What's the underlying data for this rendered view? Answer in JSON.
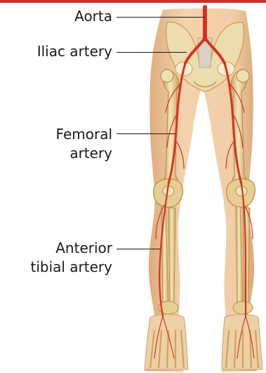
{
  "colors": {
    "background": "#ffffff",
    "accent_strip": "#c9302c",
    "skin": "#f1cda6",
    "skin_shade": "#dca876",
    "bone": "#e9d6a2",
    "bone_shade": "#c9a560",
    "artery": "#d6331f",
    "label_text": "#1a1a1a"
  },
  "labels": {
    "aorta": "Aorta",
    "iliac": "Iliac artery",
    "femoral_line1": "Femoral",
    "femoral_line2": "artery",
    "tibial_line1": "Anterior",
    "tibial_line2": "tibial artery"
  }
}
